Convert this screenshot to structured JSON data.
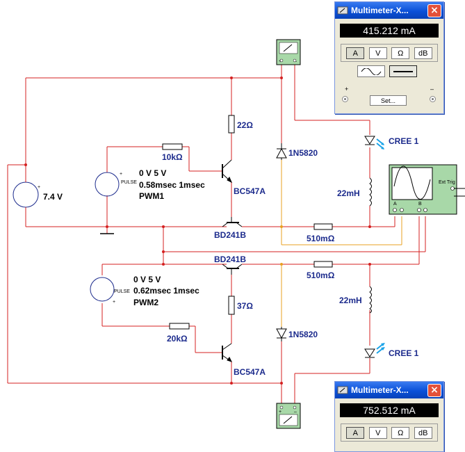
{
  "source": {
    "value": "7.4 V"
  },
  "pulse1": {
    "tag": "PULSE",
    "line1": "0 V 5 V",
    "line2": "0.58msec 1msec",
    "name": "PWM1"
  },
  "pulse2": {
    "tag": "PULSE",
    "line1": "0 V 5 V",
    "line2": "0.62msec 1msec",
    "name": "PWM2"
  },
  "upper": {
    "r_collector": "22Ω",
    "r_base": "10kΩ",
    "npn": "BC547A",
    "power": "BD241B",
    "diode": "1N5820",
    "r_sense": "510mΩ",
    "inductor": "22mH",
    "led": "CREE 1"
  },
  "lower": {
    "r_collector": "37Ω",
    "r_base": "20kΩ",
    "npn": "BC547A",
    "power": "BD241B",
    "diode": "1N5820",
    "r_sense": "510mΩ",
    "inductor": "22mH",
    "led": "CREE 1"
  },
  "scope": {
    "ext_trig": "Ext Trig",
    "ch_a": "A",
    "ch_b": "B",
    "plus": "+",
    "minus": "_"
  },
  "multimeter1": {
    "title": "Multimeter-X...",
    "close": "×",
    "reading": "415.212 mA",
    "modes": [
      "A",
      "V",
      "Ω",
      "dB"
    ],
    "selected_mode": "A",
    "set_label": "Set...",
    "plus": "+",
    "minus": "–",
    "selected_wave": "dc"
  },
  "multimeter2": {
    "title": "Multimeter-X...",
    "close": "×",
    "reading": "752.512 mA",
    "modes": [
      "A",
      "V",
      "Ω",
      "dB"
    ],
    "selected_mode": "A"
  },
  "colors": {
    "wire": "#d42020",
    "orange_wire": "#e8a020",
    "label_blue": "#1b2a8c",
    "window_blue": "#0a50d8"
  }
}
